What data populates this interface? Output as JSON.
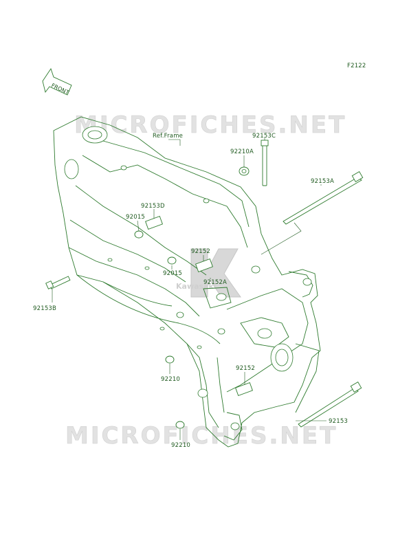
{
  "diagram_code": "F2122",
  "front_label": "FRONT",
  "watermark_top": "MICROFICHES.NET",
  "watermark_bottom": "MICROFICHES.NET",
  "center_logo_text": "Kawasaki",
  "frame_label": "Ref.Frame",
  "parts": {
    "p92153C": "92153C",
    "p92210A": "92210A",
    "p92153A": "92153A",
    "p92153D": "92153D",
    "p92015_upper": "92015",
    "p92152_upper": "92152",
    "p92015_lower": "92015",
    "p92152A": "92152A",
    "p92153B": "92153B",
    "p92210_upper": "92210",
    "p92152_lower": "92152",
    "p92153": "92153",
    "p92210_lower": "92210"
  },
  "colors": {
    "line": "#2d7a2d",
    "label": "#1f5a1f",
    "watermark": "#e2e2e2"
  }
}
